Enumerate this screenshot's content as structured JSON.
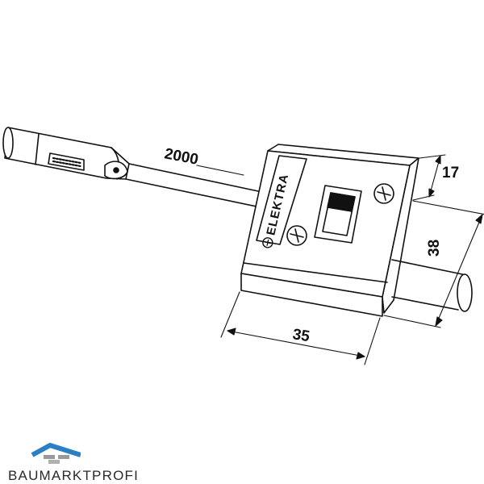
{
  "drawing": {
    "dimensions": {
      "cable_length": "2000",
      "depth": "17",
      "height": "38",
      "width": "35"
    },
    "brand_label": "ELEKTRA"
  },
  "watermark": {
    "text": "BAUMARKTPROFI",
    "accent_color": "#2b7fc4"
  }
}
